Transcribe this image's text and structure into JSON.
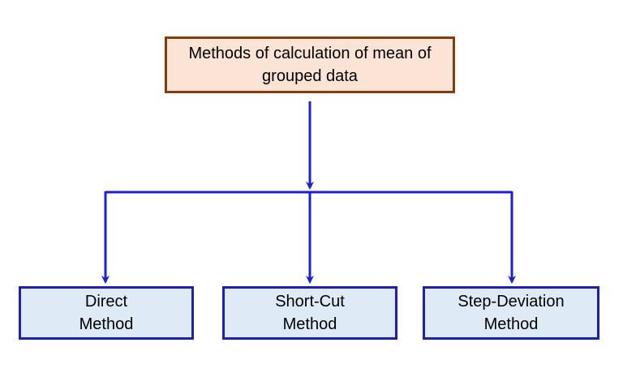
{
  "diagram": {
    "root": {
      "line1": "Methods of calculation of mean of",
      "line2": "grouped data"
    },
    "children": [
      {
        "line1": "Direct",
        "line2": "Method"
      },
      {
        "line1": "Short-Cut",
        "line2": "Method"
      },
      {
        "line1": "Step-Deviation",
        "line2": "Method"
      }
    ]
  },
  "colors": {
    "connector": "#1f1fd2",
    "root_fill": "#fbe4d5",
    "root_border": "#843c0c",
    "child_fill": "#deebf7",
    "child_border": "#1f1fb4"
  }
}
